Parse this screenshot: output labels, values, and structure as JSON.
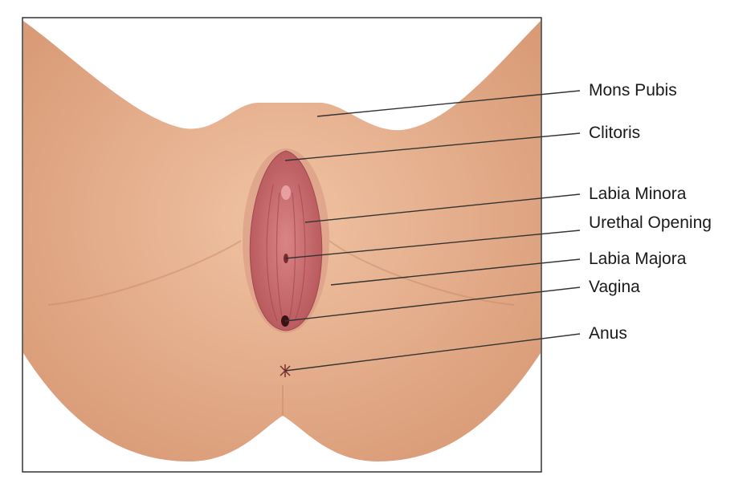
{
  "diagram": {
    "labels": [
      {
        "id": "mons-pubis",
        "text": "Mons Pubis"
      },
      {
        "id": "clitoris",
        "text": "Clitoris"
      },
      {
        "id": "labia-minora",
        "text": "Labia Minora"
      },
      {
        "id": "urethral-opening",
        "text": "Urethal Opening"
      },
      {
        "id": "labia-majora",
        "text": "Labia Majora"
      },
      {
        "id": "vagina",
        "text": "Vagina"
      },
      {
        "id": "anus",
        "text": "Anus"
      }
    ],
    "colors": {
      "skin": "#e8b08c",
      "skin_shadow": "#d8987a",
      "tissue": "#c8666a",
      "line": "#333333"
    }
  }
}
